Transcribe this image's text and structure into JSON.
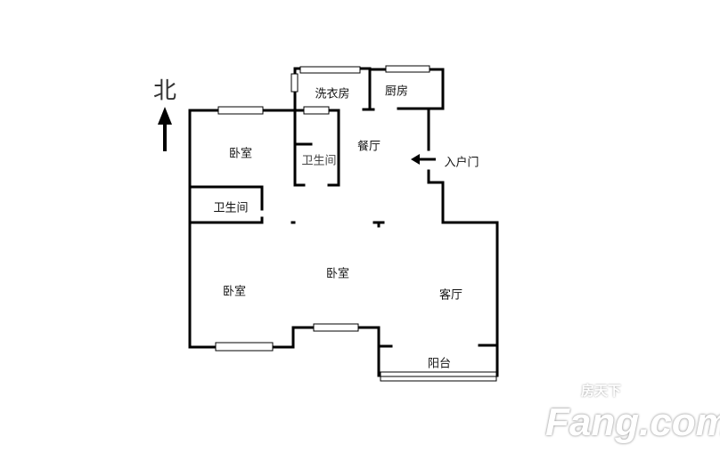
{
  "compass": {
    "label": "北"
  },
  "rooms": {
    "laundry": "洗衣房",
    "kitchen": "厨房",
    "bedroom_north": "卧室",
    "bathroom_inner": "卫生间",
    "dining": "餐厅",
    "entrance": "入户门",
    "bathroom_left": "卫生间",
    "bedroom_southwest": "卧室",
    "bedroom_south": "卧室",
    "living": "客厅",
    "balcony": "阳台"
  },
  "watermark": {
    "text": "Fang.com",
    "cn": "房天下"
  }
}
